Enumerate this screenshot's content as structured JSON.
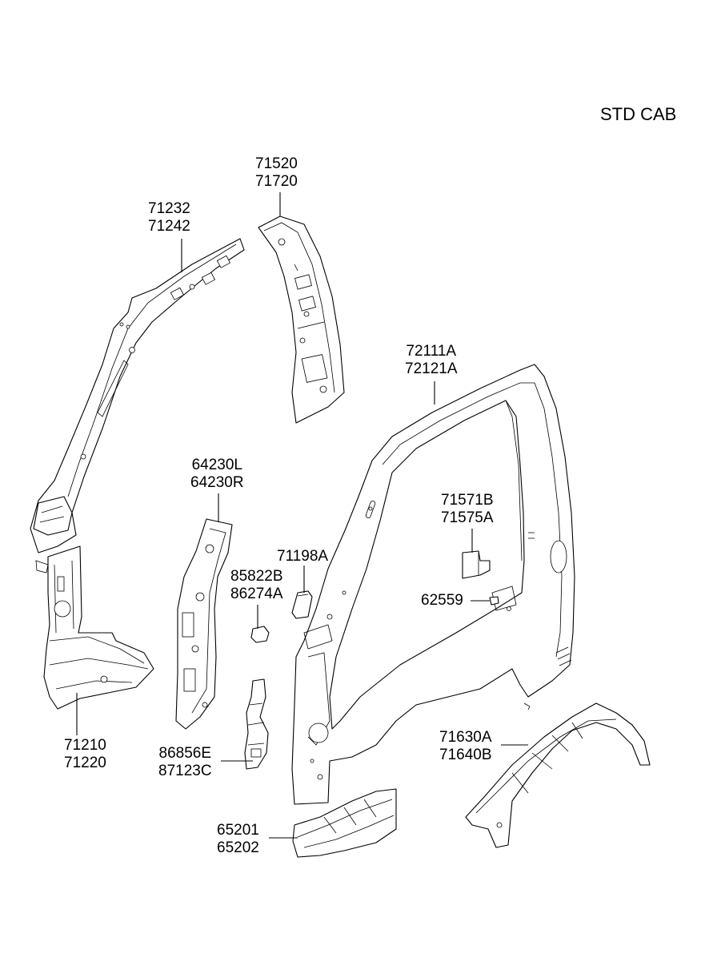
{
  "header": {
    "variant": "STD CAB"
  },
  "callouts": [
    {
      "id": "a-pillar-outer",
      "codes": [
        "71232",
        "71242"
      ]
    },
    {
      "id": "a-pillar-inner",
      "codes": [
        "71520",
        "71720"
      ]
    },
    {
      "id": "side-outer-panel",
      "codes": [
        "72111A",
        "72121A"
      ]
    },
    {
      "id": "cowl-side",
      "codes": [
        "64230L",
        "64230R"
      ]
    },
    {
      "id": "reinforcement-bracket",
      "codes": [
        "71571B",
        "71575A"
      ]
    },
    {
      "id": "small-pad",
      "codes": [
        "71198A"
      ]
    },
    {
      "id": "clip-bracket",
      "codes": [
        "85822B",
        "86274A"
      ]
    },
    {
      "id": "grommet",
      "codes": [
        "62559"
      ]
    },
    {
      "id": "front-pillar-lower",
      "codes": [
        "71210",
        "71220"
      ]
    },
    {
      "id": "harness-bracket",
      "codes": [
        "86856E",
        "87123C"
      ]
    },
    {
      "id": "wheel-housing",
      "codes": [
        "71630A",
        "71640B"
      ]
    },
    {
      "id": "side-sill",
      "codes": [
        "65201",
        "65202"
      ]
    }
  ]
}
